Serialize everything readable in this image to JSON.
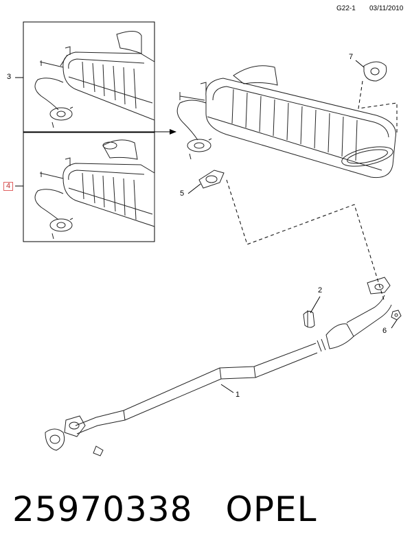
{
  "header": {
    "ref": "G22-1",
    "date": "03/11/2010"
  },
  "callouts": {
    "c1": "1",
    "c2": "2",
    "c3": "3",
    "c4": "4",
    "c5": "5",
    "c6": "6",
    "c7": "7"
  },
  "footer": {
    "part_number": "25970338",
    "brand": "OPEL"
  }
}
